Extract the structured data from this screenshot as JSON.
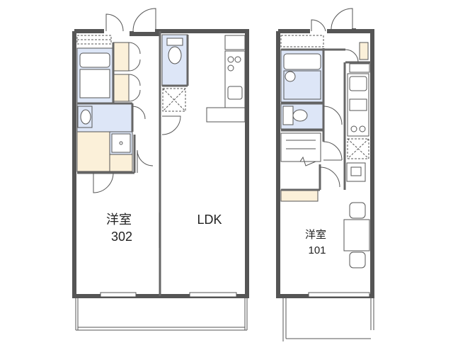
{
  "unit_302": {
    "room_name": "洋室",
    "room_number": "302",
    "living_label": "LDK"
  },
  "unit_101": {
    "room_name": "洋室",
    "room_number": "101"
  },
  "colors": {
    "wall": "#555555",
    "wet_area": "#dde6f7",
    "wood_floor": "#fbf0d9"
  }
}
